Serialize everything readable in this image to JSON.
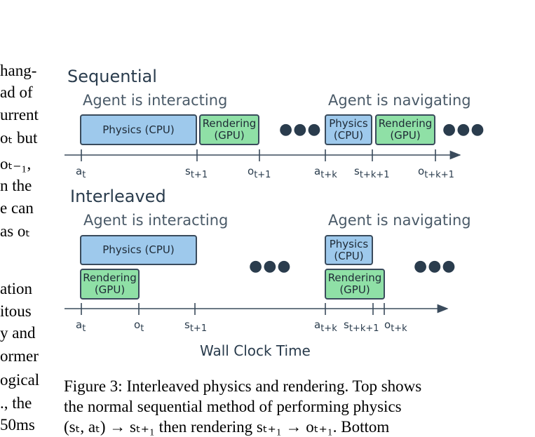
{
  "left_text": [
    "hang-",
    "ad of",
    "urrent",
    "oₜ but",
    "oₜ₋₁,",
    "n the",
    "e can",
    "as oₜ",
    "ation",
    "itous",
    "y and",
    "ormer",
    "ogical",
    "., the",
    "50ms"
  ],
  "sequential": {
    "title": "Sequential",
    "interacting": "Agent is interacting",
    "navigating": "Agent is navigating",
    "boxes": {
      "physics_wide": "Physics (CPU)",
      "rendering_1": "Rendering\n(GPU)",
      "physics_small": "Physics\n(CPU)",
      "rendering_2": "Rendering\n(GPU)"
    },
    "dots": "●●●",
    "ticks": [
      {
        "base": "a",
        "sub": "t"
      },
      {
        "base": "s",
        "sub": "t+1"
      },
      {
        "base": "o",
        "sub": "t+1"
      },
      {
        "base": "a",
        "sub": "t+k"
      },
      {
        "base": "s",
        "sub": "t+k+1"
      },
      {
        "base": "o",
        "sub": "t+k+1"
      }
    ]
  },
  "interleaved": {
    "title": "Interleaved",
    "interacting": "Agent is interacting",
    "navigating": "Agent is navigating",
    "boxes": {
      "physics_wide": "Physics (CPU)",
      "rendering_1": "Rendering\n(GPU)",
      "physics_small": "Physics\n(CPU)",
      "rendering_2": "Rendering\n(GPU)"
    },
    "dots": "●●●",
    "ticks": [
      {
        "base": "a",
        "sub": "t"
      },
      {
        "base": "o",
        "sub": "t"
      },
      {
        "base": "s",
        "sub": "t+1"
      },
      {
        "base": "a",
        "sub": "t+k"
      },
      {
        "base": "s",
        "sub": "t+k+1"
      },
      {
        "base": "o",
        "sub": "t+k"
      }
    ]
  },
  "axis_label": "Wall Clock Time",
  "caption": {
    "line1": "Figure 3: Interleaved physics and rendering. Top shows",
    "line2": "the normal sequential method of performing physics",
    "line3": "(sₜ, aₜ) → sₜ₊₁ then rendering sₜ₊₁ → oₜ₊₁. Bottom"
  },
  "colors": {
    "physics": "#9ec9ec",
    "rendering": "#8fe0a6",
    "axis": "#3a4b5c"
  }
}
